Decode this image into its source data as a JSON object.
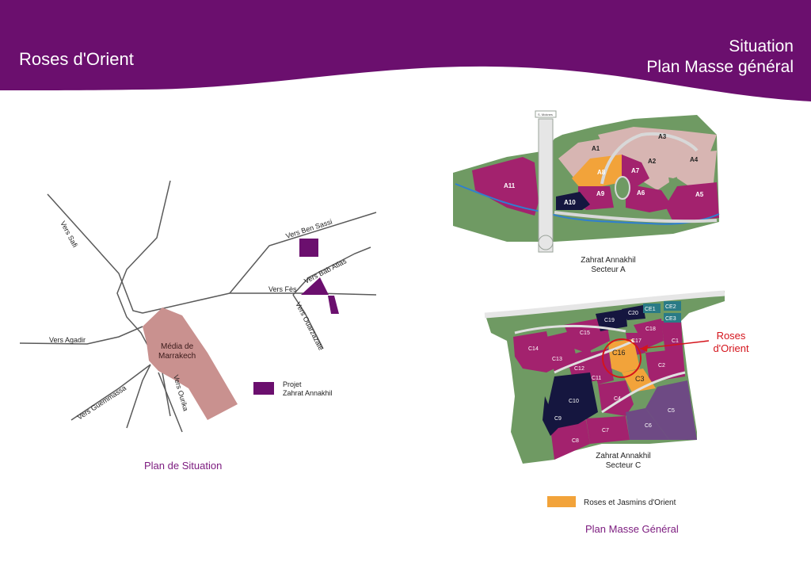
{
  "header": {
    "brand": "Roses d'Orient",
    "title_line1": "Situation",
    "title_line2": "Plan Masse général",
    "band_color": "#6b0f6e"
  },
  "situation_map": {
    "roads": [
      "Vers Safi",
      "Vers Ben Sassi",
      "Vers Bab Atlas",
      "Vers Fès",
      "Vers Ouarzazate",
      "Vers Agadir",
      "Vers Guemmassa",
      "Vers Ourika"
    ],
    "city_label_line1": "Média de",
    "city_label_line2": "Marrakech",
    "legend_label_line1": "Projet",
    "legend_label_line2": "Zahrat Annakhil",
    "caption": "Plan de Situation",
    "colors": {
      "city": "#c9918f",
      "project": "#6b0f6e",
      "roads": "#555555"
    }
  },
  "sector_a": {
    "caption_line1": "Zahrat Annakhil",
    "caption_line2": "Secteur A",
    "road_sign": "S. Moknes",
    "lots": [
      "A1",
      "A2",
      "A3",
      "A4",
      "A5",
      "A6",
      "A7",
      "A8",
      "A9",
      "A10",
      "A11"
    ]
  },
  "sector_c": {
    "caption_line1": "Zahrat Annakhil",
    "caption_line2": "Secteur C",
    "lots": [
      "CE1",
      "CE2",
      "CE3",
      "C1",
      "C2",
      "C3",
      "C4",
      "C5",
      "C6",
      "C7",
      "C8",
      "C9",
      "C10",
      "C11",
      "C12",
      "C13",
      "C14",
      "C15",
      "C16",
      "C17",
      "C18",
      "C19",
      "C20"
    ],
    "callout_line1": "Roses",
    "callout_line2": "d'Orient"
  },
  "legend": {
    "label": "Roses et Jasmins d'Orient",
    "color": "#f2a33a"
  },
  "plan_caption": "Plan Masse Général"
}
